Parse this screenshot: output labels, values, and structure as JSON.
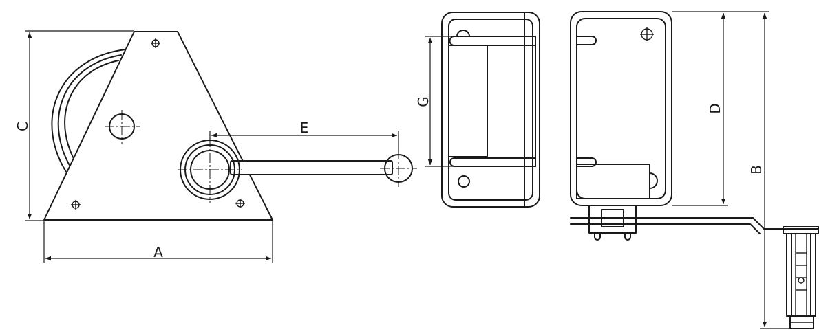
{
  "labels": {
    "A": "A",
    "B": "B",
    "C": "C",
    "D": "D",
    "E": "E",
    "G": "G"
  },
  "colors": {
    "line": "#1a1a1a",
    "background": "#ffffff"
  }
}
